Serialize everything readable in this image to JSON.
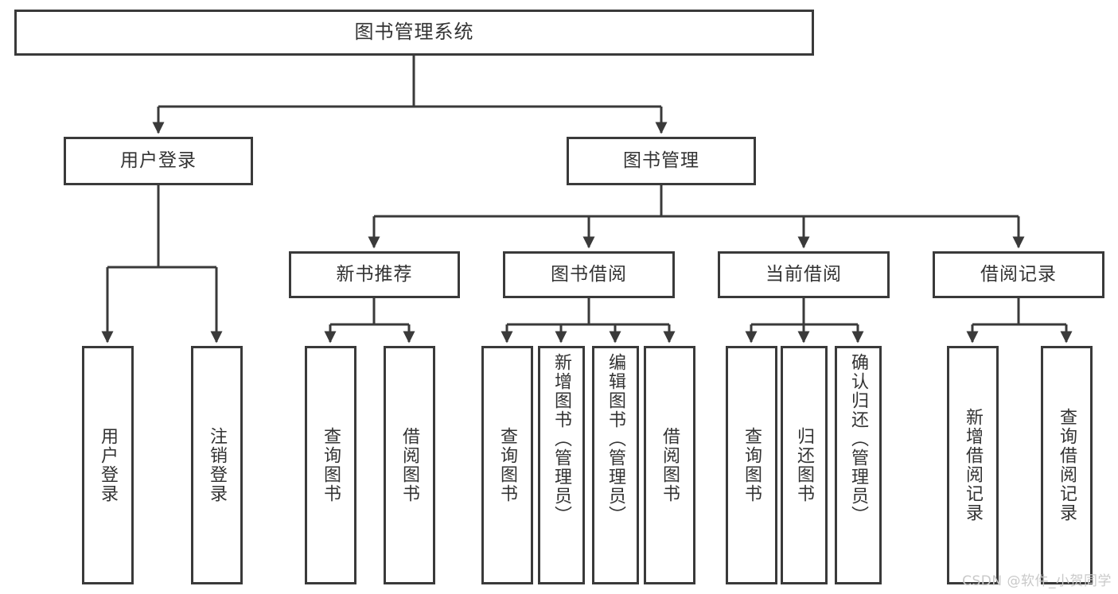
{
  "diagram": {
    "title": "图书管理系统",
    "type": "tree-hierarchy-chart",
    "stroke_color": "#3a3a3a",
    "fill_color": "#ffffff",
    "text_color": "#333333"
  },
  "root": {
    "label": "图书管理系统"
  },
  "level2": [
    {
      "label": "用户登录"
    },
    {
      "label": "图书管理"
    }
  ],
  "level3": [
    {
      "label": "新书推荐"
    },
    {
      "label": "图书借阅"
    },
    {
      "label": "当前借阅"
    },
    {
      "label": "借阅记录"
    }
  ],
  "leaves": {
    "user_login": [
      {
        "label": "用户登录"
      },
      {
        "label": "注销登录"
      }
    ],
    "new_book_recommend": [
      {
        "label": "查询图书"
      },
      {
        "label": "借阅图书"
      }
    ],
    "book_borrow": [
      {
        "label": "查询图书"
      },
      {
        "label": "新增图书（管理员）"
      },
      {
        "label": "编辑图书（管理员）"
      },
      {
        "label": "借阅图书"
      }
    ],
    "current_borrow": [
      {
        "label": "查询图书"
      },
      {
        "label": "归还图书"
      },
      {
        "label": "确认归还（管理员）"
      }
    ],
    "borrow_record": [
      {
        "label": "新增借阅记录"
      },
      {
        "label": "查询借阅记录"
      }
    ]
  },
  "watermark": {
    "text": "CSDN @软件_小贺同学"
  }
}
